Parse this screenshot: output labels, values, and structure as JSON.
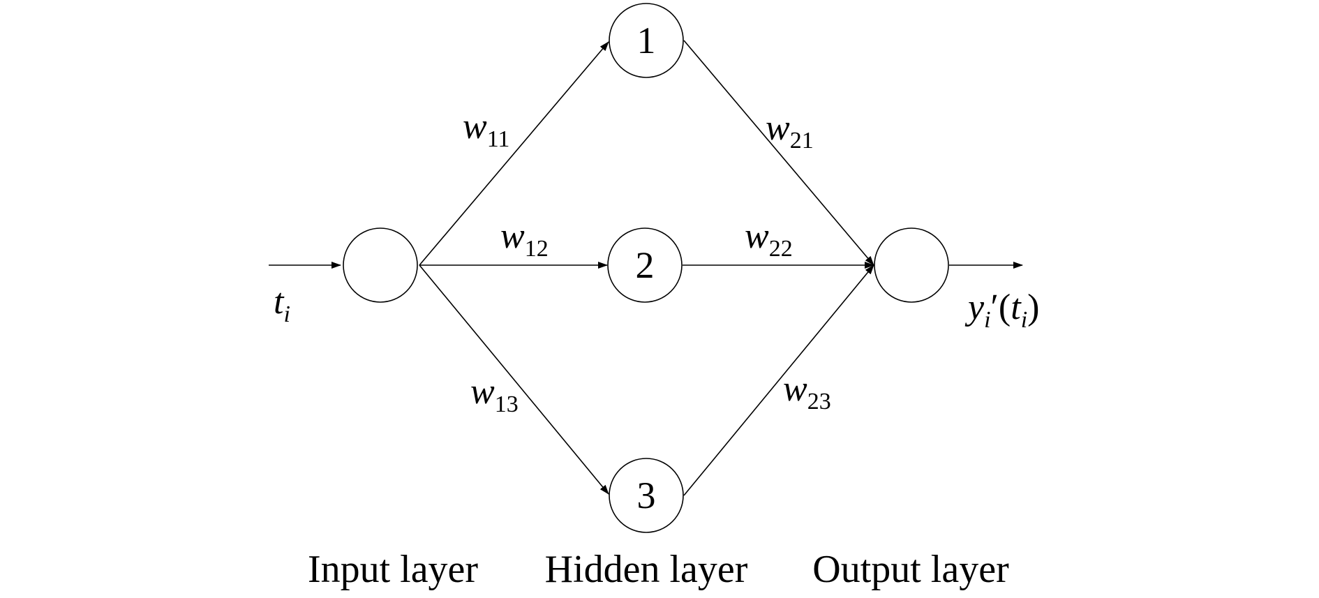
{
  "diagram": {
    "nodes": {
      "input": {
        "label": ""
      },
      "hidden_1": {
        "label": "1"
      },
      "hidden_2": {
        "label": "2"
      },
      "hidden_3": {
        "label": "3"
      },
      "output": {
        "label": ""
      }
    },
    "weights": {
      "w11": {
        "base": "w",
        "sub": "11"
      },
      "w12": {
        "base": "w",
        "sub": "12"
      },
      "w13": {
        "base": "w",
        "sub": "13"
      },
      "w21": {
        "base": "w",
        "sub": "21"
      },
      "w22": {
        "base": "w",
        "sub": "22"
      },
      "w23": {
        "base": "w",
        "sub": "23"
      }
    },
    "input_signal": {
      "base": "t",
      "sub": "i"
    },
    "output_signal": {
      "base": "y",
      "sub": "i",
      "prime": "′(",
      "arg": "t",
      "arg_sub": "i",
      "close": ")"
    },
    "layers": {
      "input": "Input layer",
      "hidden": "Hidden layer",
      "output": "Output layer"
    }
  }
}
